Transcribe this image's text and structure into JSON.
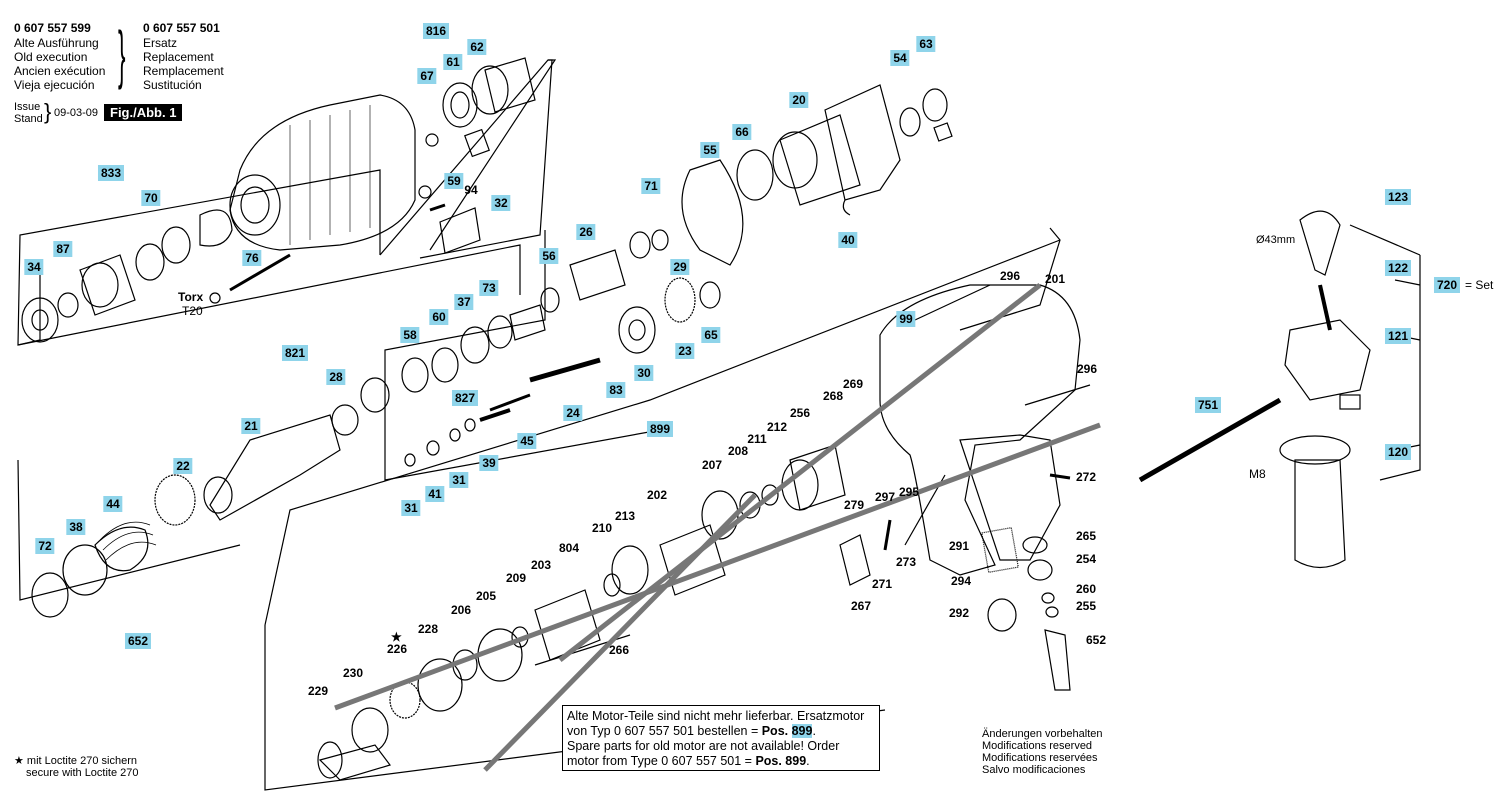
{
  "header": {
    "old_number": "0 607 557 599",
    "old_labels": [
      "Alte Ausführung",
      "Old execution",
      "Ancien exécution",
      "Vieja ejecución"
    ],
    "new_number": "0 607 557 501",
    "new_labels": [
      "Ersatz",
      "Replacement",
      "Remplacement",
      "Sustitución"
    ],
    "issue_label_1": "Issue",
    "issue_label_2": "Stand",
    "issue_date": "09-03-09",
    "figure_label": "Fig./Abb. 1"
  },
  "torx": {
    "label": "Torx",
    "size": "T20"
  },
  "notes": {
    "motor_line1": "Alte Motor-Teile sind nicht mehr lieferbar. Ersatzmotor",
    "motor_line2a": "von Typ 0 607 557 501 bestellen = ",
    "motor_line2b": "Pos. ",
    "motor_line2c": "899",
    "motor_line2d": ".",
    "motor_line3": "Spare parts for old motor are not available! Order",
    "motor_line4a": "motor from Type 0 607 557 501 = ",
    "motor_line4b": "Pos. 899",
    "motor_line4c": ".",
    "loctite_1": "★ mit Loctite 270 sichern",
    "loctite_2": "secure with Loctite 270",
    "mods": [
      "Änderungen vorbehalten",
      "Modifications reserved",
      "Modifications reservées",
      "Salvo modificaciones"
    ]
  },
  "handle": {
    "diameter": "Ø43mm",
    "thread": "M8",
    "set_suffix": "= Set"
  },
  "parts": [
    {
      "id": "816",
      "hl": true
    },
    {
      "id": "62",
      "hl": true
    },
    {
      "id": "61",
      "hl": true
    },
    {
      "id": "67",
      "hl": true
    },
    {
      "id": "59",
      "hl": true
    },
    {
      "id": "94",
      "hl": false
    },
    {
      "id": "32",
      "hl": true
    },
    {
      "id": "833",
      "hl": true
    },
    {
      "id": "70",
      "hl": true
    },
    {
      "id": "87",
      "hl": true
    },
    {
      "id": "34",
      "hl": true
    },
    {
      "id": "76",
      "hl": true
    },
    {
      "id": "54",
      "hl": true
    },
    {
      "id": "63",
      "hl": true
    },
    {
      "id": "20",
      "hl": true
    },
    {
      "id": "66",
      "hl": true
    },
    {
      "id": "55",
      "hl": true
    },
    {
      "id": "71",
      "hl": true
    },
    {
      "id": "40",
      "hl": true
    },
    {
      "id": "26",
      "hl": true
    },
    {
      "id": "29",
      "hl": true
    },
    {
      "id": "56",
      "hl": true
    },
    {
      "id": "73",
      "hl": true
    },
    {
      "id": "37",
      "hl": true
    },
    {
      "id": "60",
      "hl": true
    },
    {
      "id": "58",
      "hl": true
    },
    {
      "id": "827",
      "hl": true
    },
    {
      "id": "821",
      "hl": true
    },
    {
      "id": "28",
      "hl": true
    },
    {
      "id": "21",
      "hl": true
    },
    {
      "id": "22",
      "hl": true
    },
    {
      "id": "44",
      "hl": true
    },
    {
      "id": "38",
      "hl": true
    },
    {
      "id": "72",
      "hl": true
    },
    {
      "id": "65",
      "hl": true
    },
    {
      "id": "23",
      "hl": true
    },
    {
      "id": "30",
      "hl": true
    },
    {
      "id": "83",
      "hl": true
    },
    {
      "id": "24",
      "hl": true
    },
    {
      "id": "45",
      "hl": true
    },
    {
      "id": "39",
      "hl": true
    },
    {
      "id": "31",
      "hl": true
    },
    {
      "id": "41",
      "hl": true
    },
    {
      "id": "31",
      "hl": true
    },
    {
      "id": "899",
      "hl": true
    },
    {
      "id": "652",
      "hl": true
    },
    {
      "id": "296",
      "hl": false
    },
    {
      "id": "201",
      "hl": false
    },
    {
      "id": "99",
      "hl": true
    },
    {
      "id": "296",
      "hl": false
    },
    {
      "id": "269",
      "hl": false
    },
    {
      "id": "268",
      "hl": false
    },
    {
      "id": "256",
      "hl": false
    },
    {
      "id": "212",
      "hl": false
    },
    {
      "id": "211",
      "hl": false
    },
    {
      "id": "208",
      "hl": false
    },
    {
      "id": "207",
      "hl": false
    },
    {
      "id": "202",
      "hl": false
    },
    {
      "id": "279",
      "hl": false
    },
    {
      "id": "297",
      "hl": false
    },
    {
      "id": "295",
      "hl": false
    },
    {
      "id": "272",
      "hl": false
    },
    {
      "id": "265",
      "hl": false
    },
    {
      "id": "254",
      "hl": false
    },
    {
      "id": "291",
      "hl": false
    },
    {
      "id": "294",
      "hl": false
    },
    {
      "id": "260",
      "hl": false
    },
    {
      "id": "255",
      "hl": false
    },
    {
      "id": "292",
      "hl": false
    },
    {
      "id": "652",
      "hl": false
    },
    {
      "id": "273",
      "hl": false
    },
    {
      "id": "271",
      "hl": false
    },
    {
      "id": "267",
      "hl": false
    },
    {
      "id": "213",
      "hl": false
    },
    {
      "id": "210",
      "hl": false
    },
    {
      "id": "804",
      "hl": false
    },
    {
      "id": "203",
      "hl": false
    },
    {
      "id": "209",
      "hl": false
    },
    {
      "id": "205",
      "hl": false
    },
    {
      "id": "206",
      "hl": false
    },
    {
      "id": "228",
      "hl": false
    },
    {
      "id": "226",
      "hl": false
    },
    {
      "id": "230",
      "hl": false
    },
    {
      "id": "229",
      "hl": false
    },
    {
      "id": "266",
      "hl": false
    },
    {
      "id": "123",
      "hl": true
    },
    {
      "id": "122",
      "hl": true
    },
    {
      "id": "720",
      "hl": true
    },
    {
      "id": "121",
      "hl": true
    },
    {
      "id": "751",
      "hl": true
    },
    {
      "id": "120",
      "hl": true
    }
  ]
}
